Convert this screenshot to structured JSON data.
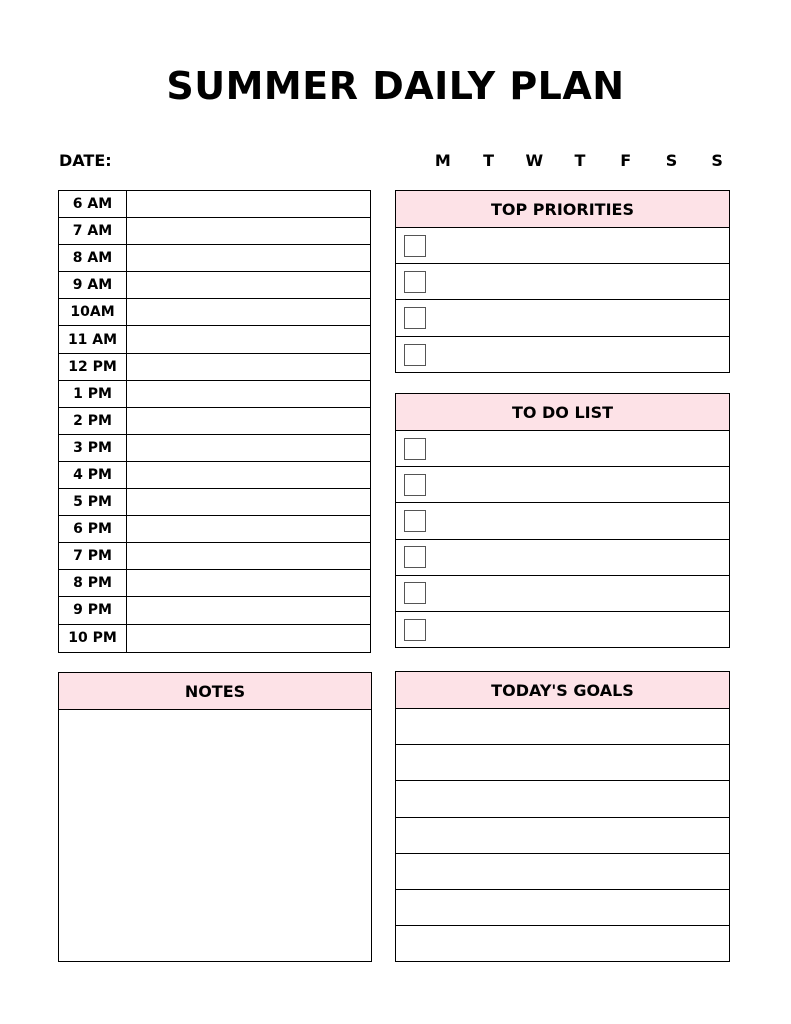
{
  "title": "SUMMER DAILY PLAN",
  "date_label": "DATE:",
  "weekdays": [
    "M",
    "T",
    "W",
    "T",
    "F",
    "S",
    "S"
  ],
  "schedule_times": [
    "6 AM",
    "7 AM",
    "8 AM",
    "9 AM",
    "10AM",
    "11 AM",
    "12 PM",
    "1 PM",
    "2 PM",
    "3 PM",
    "4 PM",
    "5 PM",
    "6 PM",
    "7 PM",
    "8 PM",
    "9 PM",
    "10 PM"
  ],
  "top_priorities": {
    "heading": "TOP PRIORITIES",
    "rows": 4
  },
  "todo_list": {
    "heading": "TO DO LIST",
    "rows": 6
  },
  "notes": {
    "heading": "NOTES"
  },
  "goals": {
    "heading": "TODAY'S GOALS",
    "rows": 7
  },
  "colors": {
    "header_fill": "#fde2e7",
    "line": "#000000"
  }
}
